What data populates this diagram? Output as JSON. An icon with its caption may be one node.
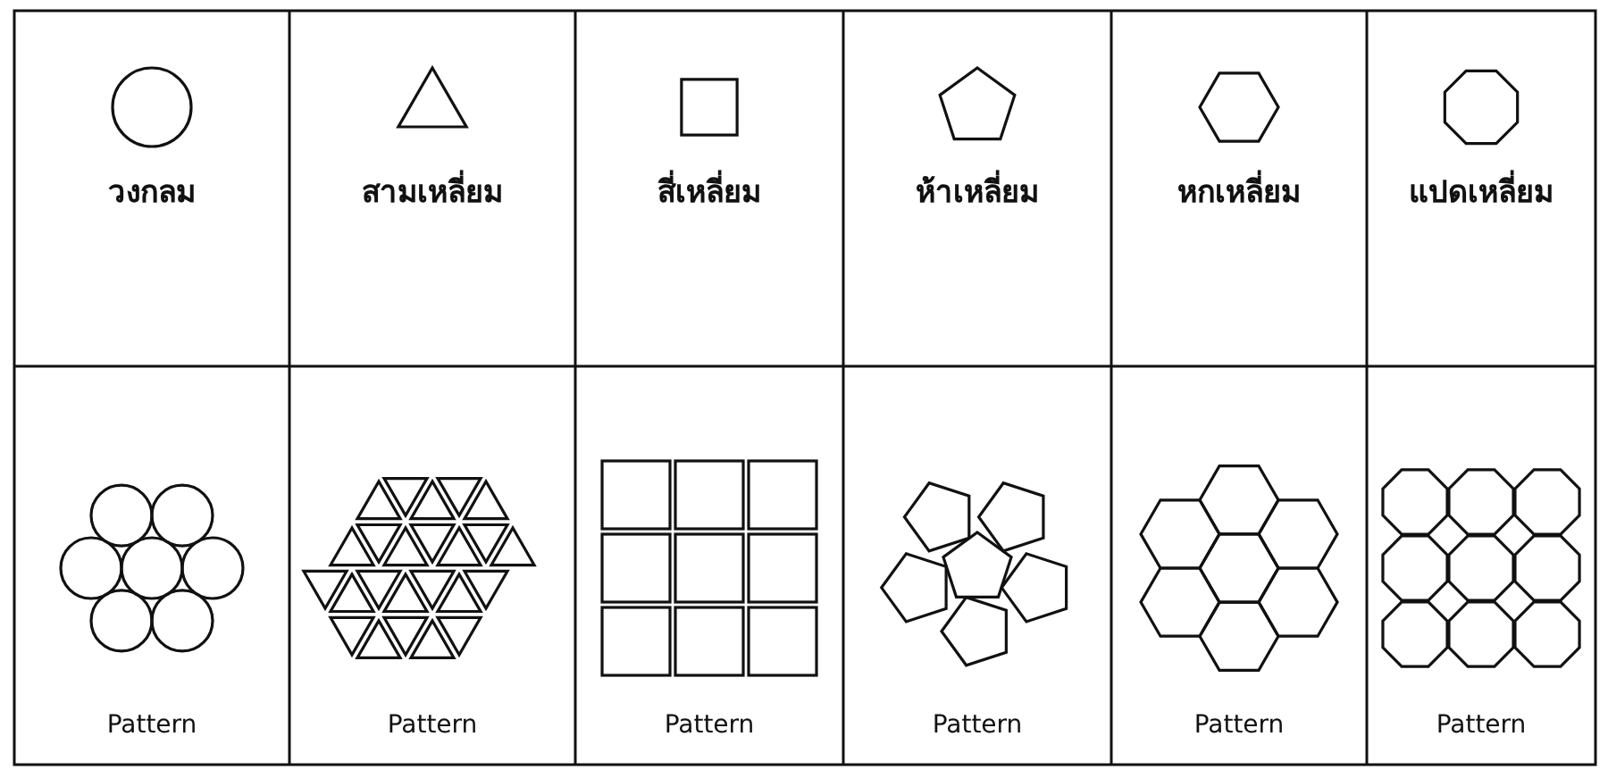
{
  "diagram": {
    "labels": [
      "วงกลม",
      "สามเหลี่ยม",
      "สี่เหลี่ยม",
      "ห้าเหลี่ยม",
      "หกเหลี่ยม",
      "แปดเหลี่ยม",
      "Pattern",
      "Pattern",
      "Pattern",
      "Pattern",
      "Pattern",
      "Pattern"
    ]
  }
}
